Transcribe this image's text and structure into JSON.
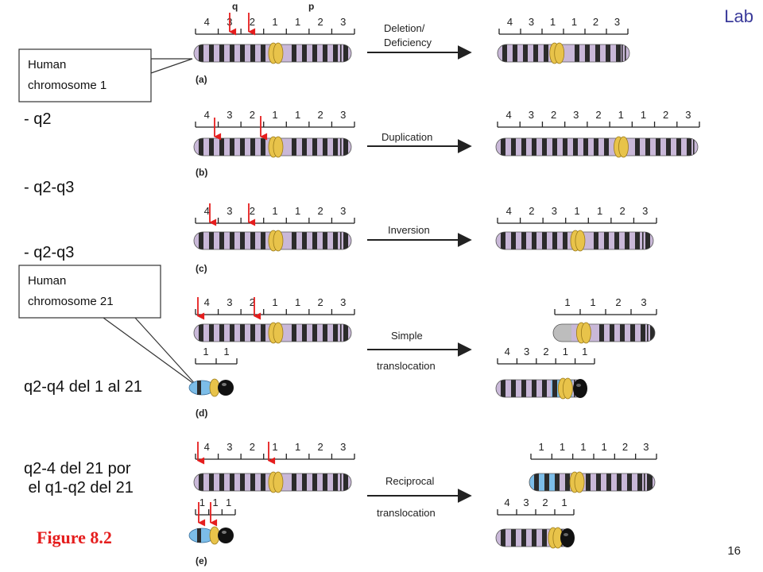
{
  "header": {
    "lab": "Lab",
    "slide_number": "16"
  },
  "figure_label": "Figure 8.2",
  "callouts": [
    {
      "lines": [
        "Human",
        "chromosome 1"
      ]
    },
    {
      "lines": [
        "Human",
        "chromosome 21"
      ]
    }
  ],
  "side_notes": [
    "- q2",
    "- q2-q3",
    "- q2-q3",
    "q2-q4 del 1 al 21",
    "q2-4 del 21 por\n el q1-q2 del 21"
  ],
  "arm_labels": {
    "q": "q",
    "p": "p"
  },
  "panels": [
    {
      "letter": "(a)",
      "arrow_label": [
        "Deletion/",
        "Deficiency"
      ],
      "orig_ticks": [
        "4",
        "3",
        "2",
        "1",
        "1",
        "2",
        "3"
      ],
      "result_ticks": [
        "4",
        "3",
        "1",
        "1",
        "2",
        "3"
      ]
    },
    {
      "letter": "(b)",
      "arrow_label": [
        "Duplication"
      ],
      "orig_ticks": [
        "4",
        "3",
        "2",
        "1",
        "1",
        "2",
        "3"
      ],
      "result_ticks": [
        "4",
        "3",
        "2",
        "3",
        "2",
        "1",
        "1",
        "2",
        "3"
      ]
    },
    {
      "letter": "(c)",
      "arrow_label": [
        "Inversion"
      ],
      "orig_ticks": [
        "4",
        "3",
        "2",
        "1",
        "1",
        "2",
        "3"
      ],
      "result_ticks": [
        "4",
        "2",
        "3",
        "1",
        "1",
        "2",
        "3"
      ]
    },
    {
      "letter": "(d)",
      "arrow_label": [
        "Simple",
        "translocation"
      ],
      "orig_ticks": [
        "4",
        "3",
        "2",
        "1",
        "1",
        "2",
        "3"
      ],
      "orig2_ticks": [
        "1",
        "1"
      ],
      "result_ticks": [
        "1",
        "1",
        "2",
        "3"
      ],
      "result2_ticks": [
        "4",
        "3",
        "2",
        "1",
        "1"
      ]
    },
    {
      "letter": "(e)",
      "arrow_label": [
        "Reciprocal",
        "translocation"
      ],
      "orig_ticks": [
        "4",
        "3",
        "2",
        "1",
        "1",
        "2",
        "3"
      ],
      "orig2_ticks": [
        "1",
        "1",
        "1"
      ],
      "result_ticks": [
        "1",
        "1",
        "1",
        "1",
        "2",
        "3"
      ],
      "result2_ticks": [
        "4",
        "3",
        "2",
        "1"
      ]
    }
  ],
  "colors": {
    "accent_red": "#e51d1d",
    "lab_text": "#3a3a9a",
    "band_dark": "#2b2b2b",
    "band_light": "#c9b8d8",
    "centromere": "#e8c34a",
    "chr21_blue": "#7cbde8"
  }
}
